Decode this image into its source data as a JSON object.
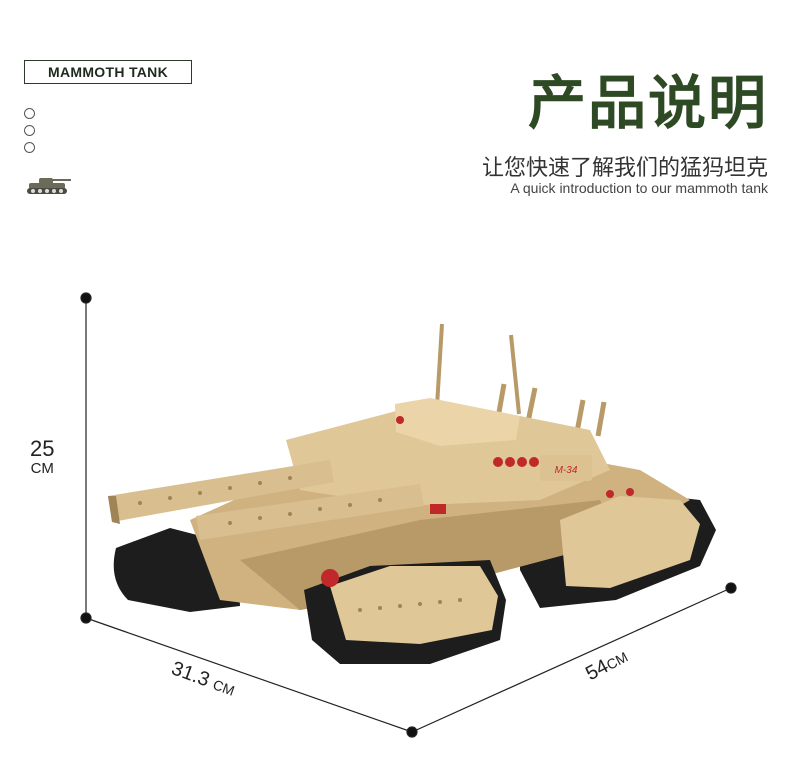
{
  "header": {
    "badge": "MAMMOTH TANK",
    "title": "产品说明",
    "subtitle_cn": "让您快速了解我们的猛犸坦克",
    "subtitle_en": "A quick introduction to our mammoth tank"
  },
  "dimensions": {
    "height_value": "25",
    "height_unit": "CM",
    "width_value": "31.3",
    "width_unit": "CM",
    "length_value": "54",
    "length_unit": "CM"
  },
  "model_marking": "M-34",
  "colors": {
    "title_green": "#2e4a24",
    "tan_body": "#d9bf8f",
    "tan_dark": "#b89a68",
    "track_black": "#1d1d1d",
    "accent_red": "#c0282a"
  },
  "icons": [
    "tank-icon",
    "circle-icon",
    "circle-icon",
    "circle-icon"
  ]
}
